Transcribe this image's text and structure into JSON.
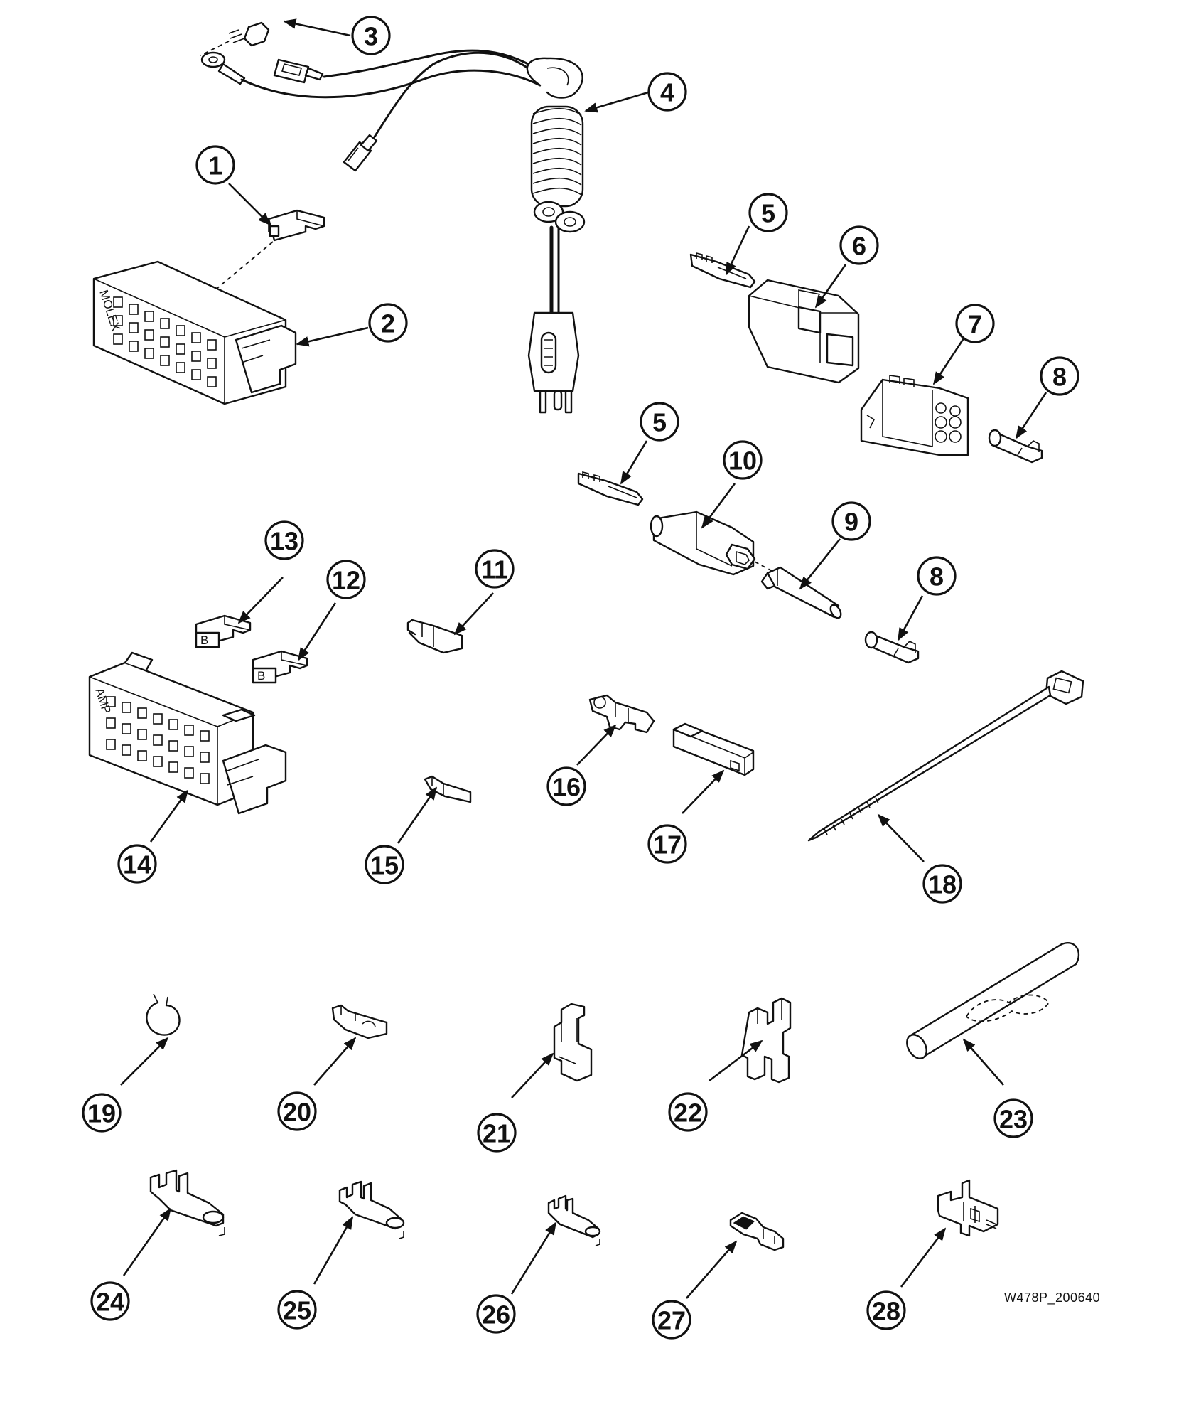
{
  "callouts": [
    "1",
    "2",
    "3",
    "4",
    "5",
    "6",
    "7",
    "8",
    "5",
    "10",
    "9",
    "8",
    "13",
    "12",
    "11",
    "14",
    "15",
    "16",
    "17",
    "18",
    "19",
    "20",
    "21",
    "22",
    "23",
    "24",
    "25",
    "26",
    "27",
    "28"
  ],
  "connector_labels": {
    "molex": "MOLEX",
    "amp": "AMP"
  },
  "drawing_id": "W478P_200640",
  "colors": {
    "line": "#111111",
    "background": "#ffffff"
  }
}
